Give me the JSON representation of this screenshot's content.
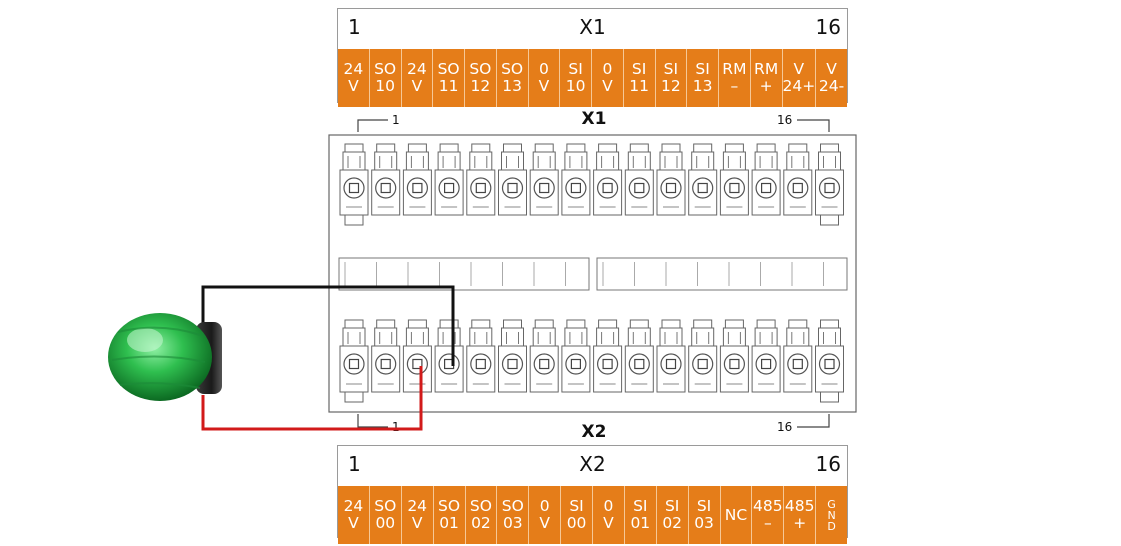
{
  "x1": {
    "title": "X1",
    "start": "1",
    "end": "16",
    "pins": [
      [
        "24",
        "V"
      ],
      [
        "SO",
        "10"
      ],
      [
        "24",
        "V"
      ],
      [
        "SO",
        "11"
      ],
      [
        "SO",
        "12"
      ],
      [
        "SO",
        "13"
      ],
      [
        "0",
        "V"
      ],
      [
        "SI",
        "10"
      ],
      [
        "0",
        "V"
      ],
      [
        "SI",
        "11"
      ],
      [
        "SI",
        "12"
      ],
      [
        "SI",
        "13"
      ],
      [
        "RM",
        "–"
      ],
      [
        "RM",
        "+"
      ],
      [
        "V",
        "24+"
      ],
      [
        "V",
        "24-"
      ]
    ]
  },
  "x2": {
    "title": "X2",
    "start": "1",
    "end": "16",
    "pins": [
      [
        "24",
        "V"
      ],
      [
        "SO",
        "00"
      ],
      [
        "24",
        "V"
      ],
      [
        "SO",
        "01"
      ],
      [
        "SO",
        "02"
      ],
      [
        "SO",
        "03"
      ],
      [
        "0",
        "V"
      ],
      [
        "SI",
        "00"
      ],
      [
        "0",
        "V"
      ],
      [
        "SI",
        "01"
      ],
      [
        "SI",
        "02"
      ],
      [
        "SI",
        "03"
      ],
      [
        "NC",
        ""
      ],
      [
        "485",
        "–"
      ],
      [
        "485",
        "+"
      ],
      [
        "G N D",
        ""
      ]
    ]
  },
  "module": {
    "top_label": "X1",
    "bottom_label": "X2",
    "top_left_num": "1",
    "top_right_num": "16",
    "bottom_left_num": "1",
    "bottom_right_num": "16"
  },
  "wiring": {
    "lamp_color": "#2fbf4f",
    "black_wire_color": "#111111",
    "red_wire_color": "#d21a1a",
    "orange": "#e57d19"
  }
}
